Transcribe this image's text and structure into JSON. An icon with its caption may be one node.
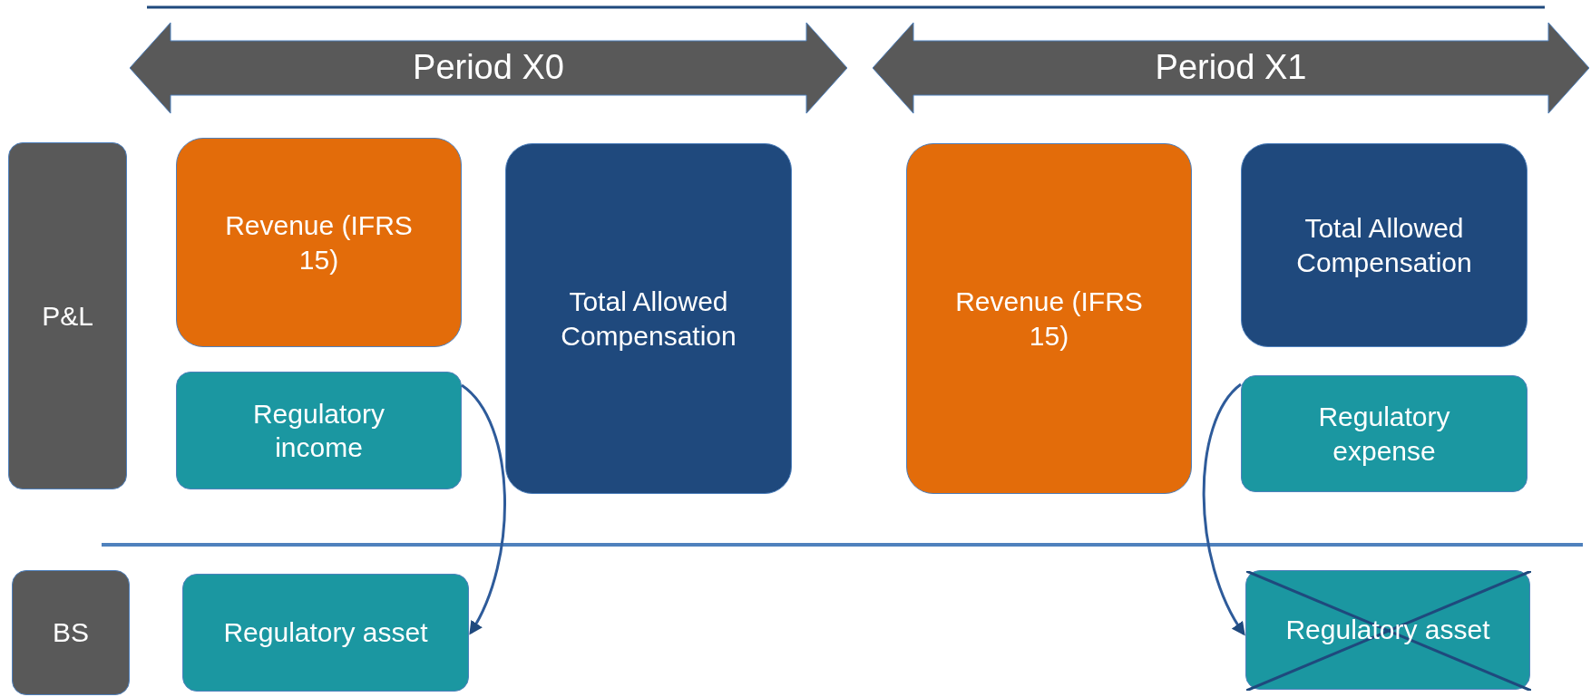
{
  "diagram": {
    "nodes": [
      {
        "text": [
          "Period X0"
        ]
      },
      {
        "text": [
          "Period X1"
        ]
      },
      {
        "text": [
          "P&L"
        ]
      },
      {
        "text": [
          "Revenue (IFRS 15)"
        ]
      },
      {
        "text": [
          "Total Allowed Compensation"
        ]
      },
      {
        "text": [
          "Regulatory income"
        ]
      },
      {
        "text": [
          "Revenue (IFRS 15)"
        ]
      },
      {
        "text": [
          "Total Allowed Compensation"
        ]
      },
      {
        "text": [
          "Regulatory expense"
        ]
      },
      {
        "text": [
          "BS"
        ]
      },
      {
        "text": [
          "Regulatory asset"
        ]
      },
      {
        "text": [
          "Regulatory asset"
        ]
      }
    ],
    "edges": [
      {
        "from": 5,
        "to": 10,
        "arrow": "to"
      },
      {
        "from": 8,
        "to": 11,
        "arrow": "to"
      }
    ]
  }
}
